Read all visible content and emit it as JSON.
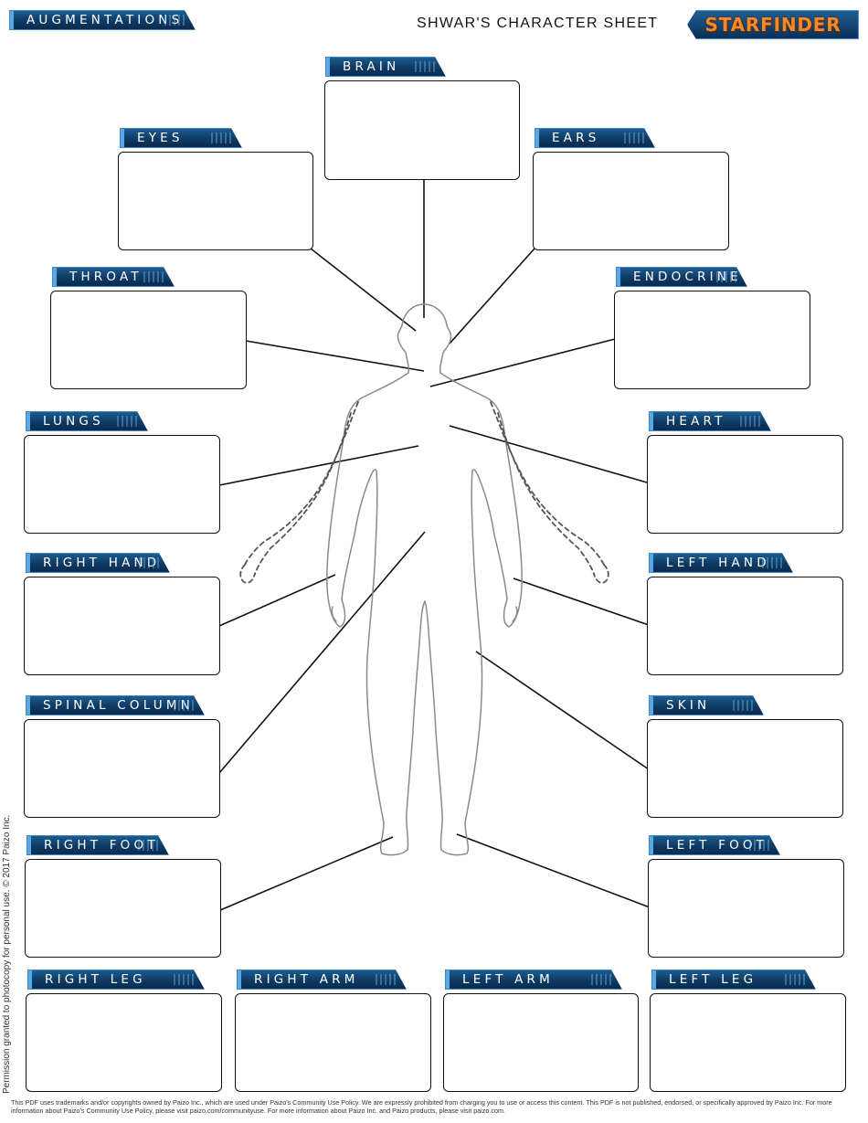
{
  "header": {
    "section_label": "AUGMENTATIONS",
    "sheet_title": "SHWAR'S CHARACTER SHEET",
    "logo_text": "STARFINDER"
  },
  "slots": {
    "brain": "BRAIN",
    "eyes": "EYES",
    "ears": "EARS",
    "throat": "THROAT",
    "endocrine": "ENDOCRINE",
    "lungs": "LUNGS",
    "heart": "HEART",
    "right_hand": "RIGHT HAND",
    "left_hand": "LEFT HAND",
    "spinal_column": "SPINAL COLUMN",
    "skin": "SKIN",
    "right_foot": "RIGHT FOOT",
    "left_foot": "LEFT FOOT",
    "right_leg": "RIGHT LEG",
    "right_arm": "RIGHT ARM",
    "left_arm": "LEFT ARM",
    "left_leg": "LEFT LEG"
  },
  "colors": {
    "tab_blue": "#0e3a63",
    "tab_border": "#3f86c4",
    "logo_orange": "#f28a2c"
  },
  "side_note": "Permission granted to photocopy for personal use. © 2017 Paizo Inc.",
  "footer": "This PDF uses trademarks and/or copyrights owned by Paizo Inc., which are used under Paizo's Community Use Policy. We are expressly prohibited from charging you to use or access this content. This PDF is not published, endorsed, or specifically approved by Paizo Inc. For more information about Paizo's Community Use Policy, please visit paizo.com/communityuse. For more information about Paizo Inc. and Paizo products, please visit paizo.com."
}
